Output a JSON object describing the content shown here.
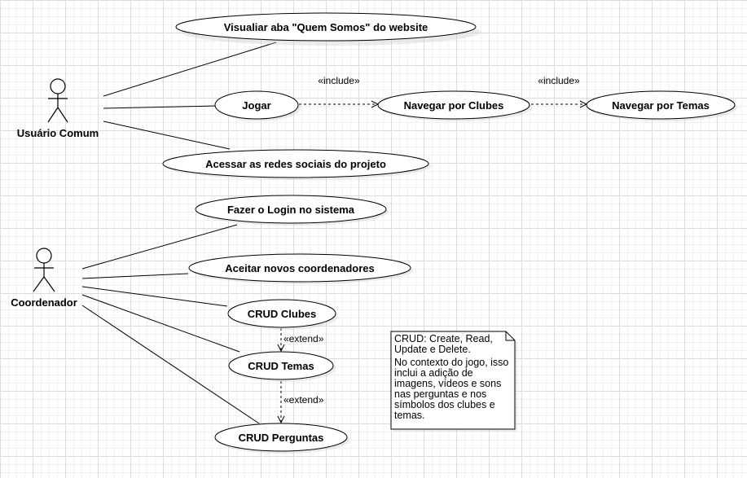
{
  "actors": {
    "usuario": "Usuário Comum",
    "coordenador": "Coordenador"
  },
  "use_cases": {
    "quem_somos": "Visualiar aba \"Quem Somos\" do website",
    "jogar": "Jogar",
    "navegar_clubes": "Navegar por Clubes",
    "navegar_temas": "Navegar por Temas",
    "redes_sociais": "Acessar as redes sociais do projeto",
    "login": "Fazer o Login no sistema",
    "aceitar": "Aceitar novos coordenadores",
    "crud_clubes": "CRUD Clubes",
    "crud_temas": "CRUD Temas",
    "crud_perguntas": "CRUD Perguntas"
  },
  "relations": {
    "include_1": "«include»",
    "include_2": "«include»",
    "extend_1": "«extend»",
    "extend_2": "«extend»"
  },
  "note": {
    "line1": "CRUD: Create, Read, Update e Delete.",
    "line2": "No contexto do jogo, isso inclui a adição de imagens, vídeos e sons nas perguntas e nos símbolos dos clubes e temas."
  }
}
